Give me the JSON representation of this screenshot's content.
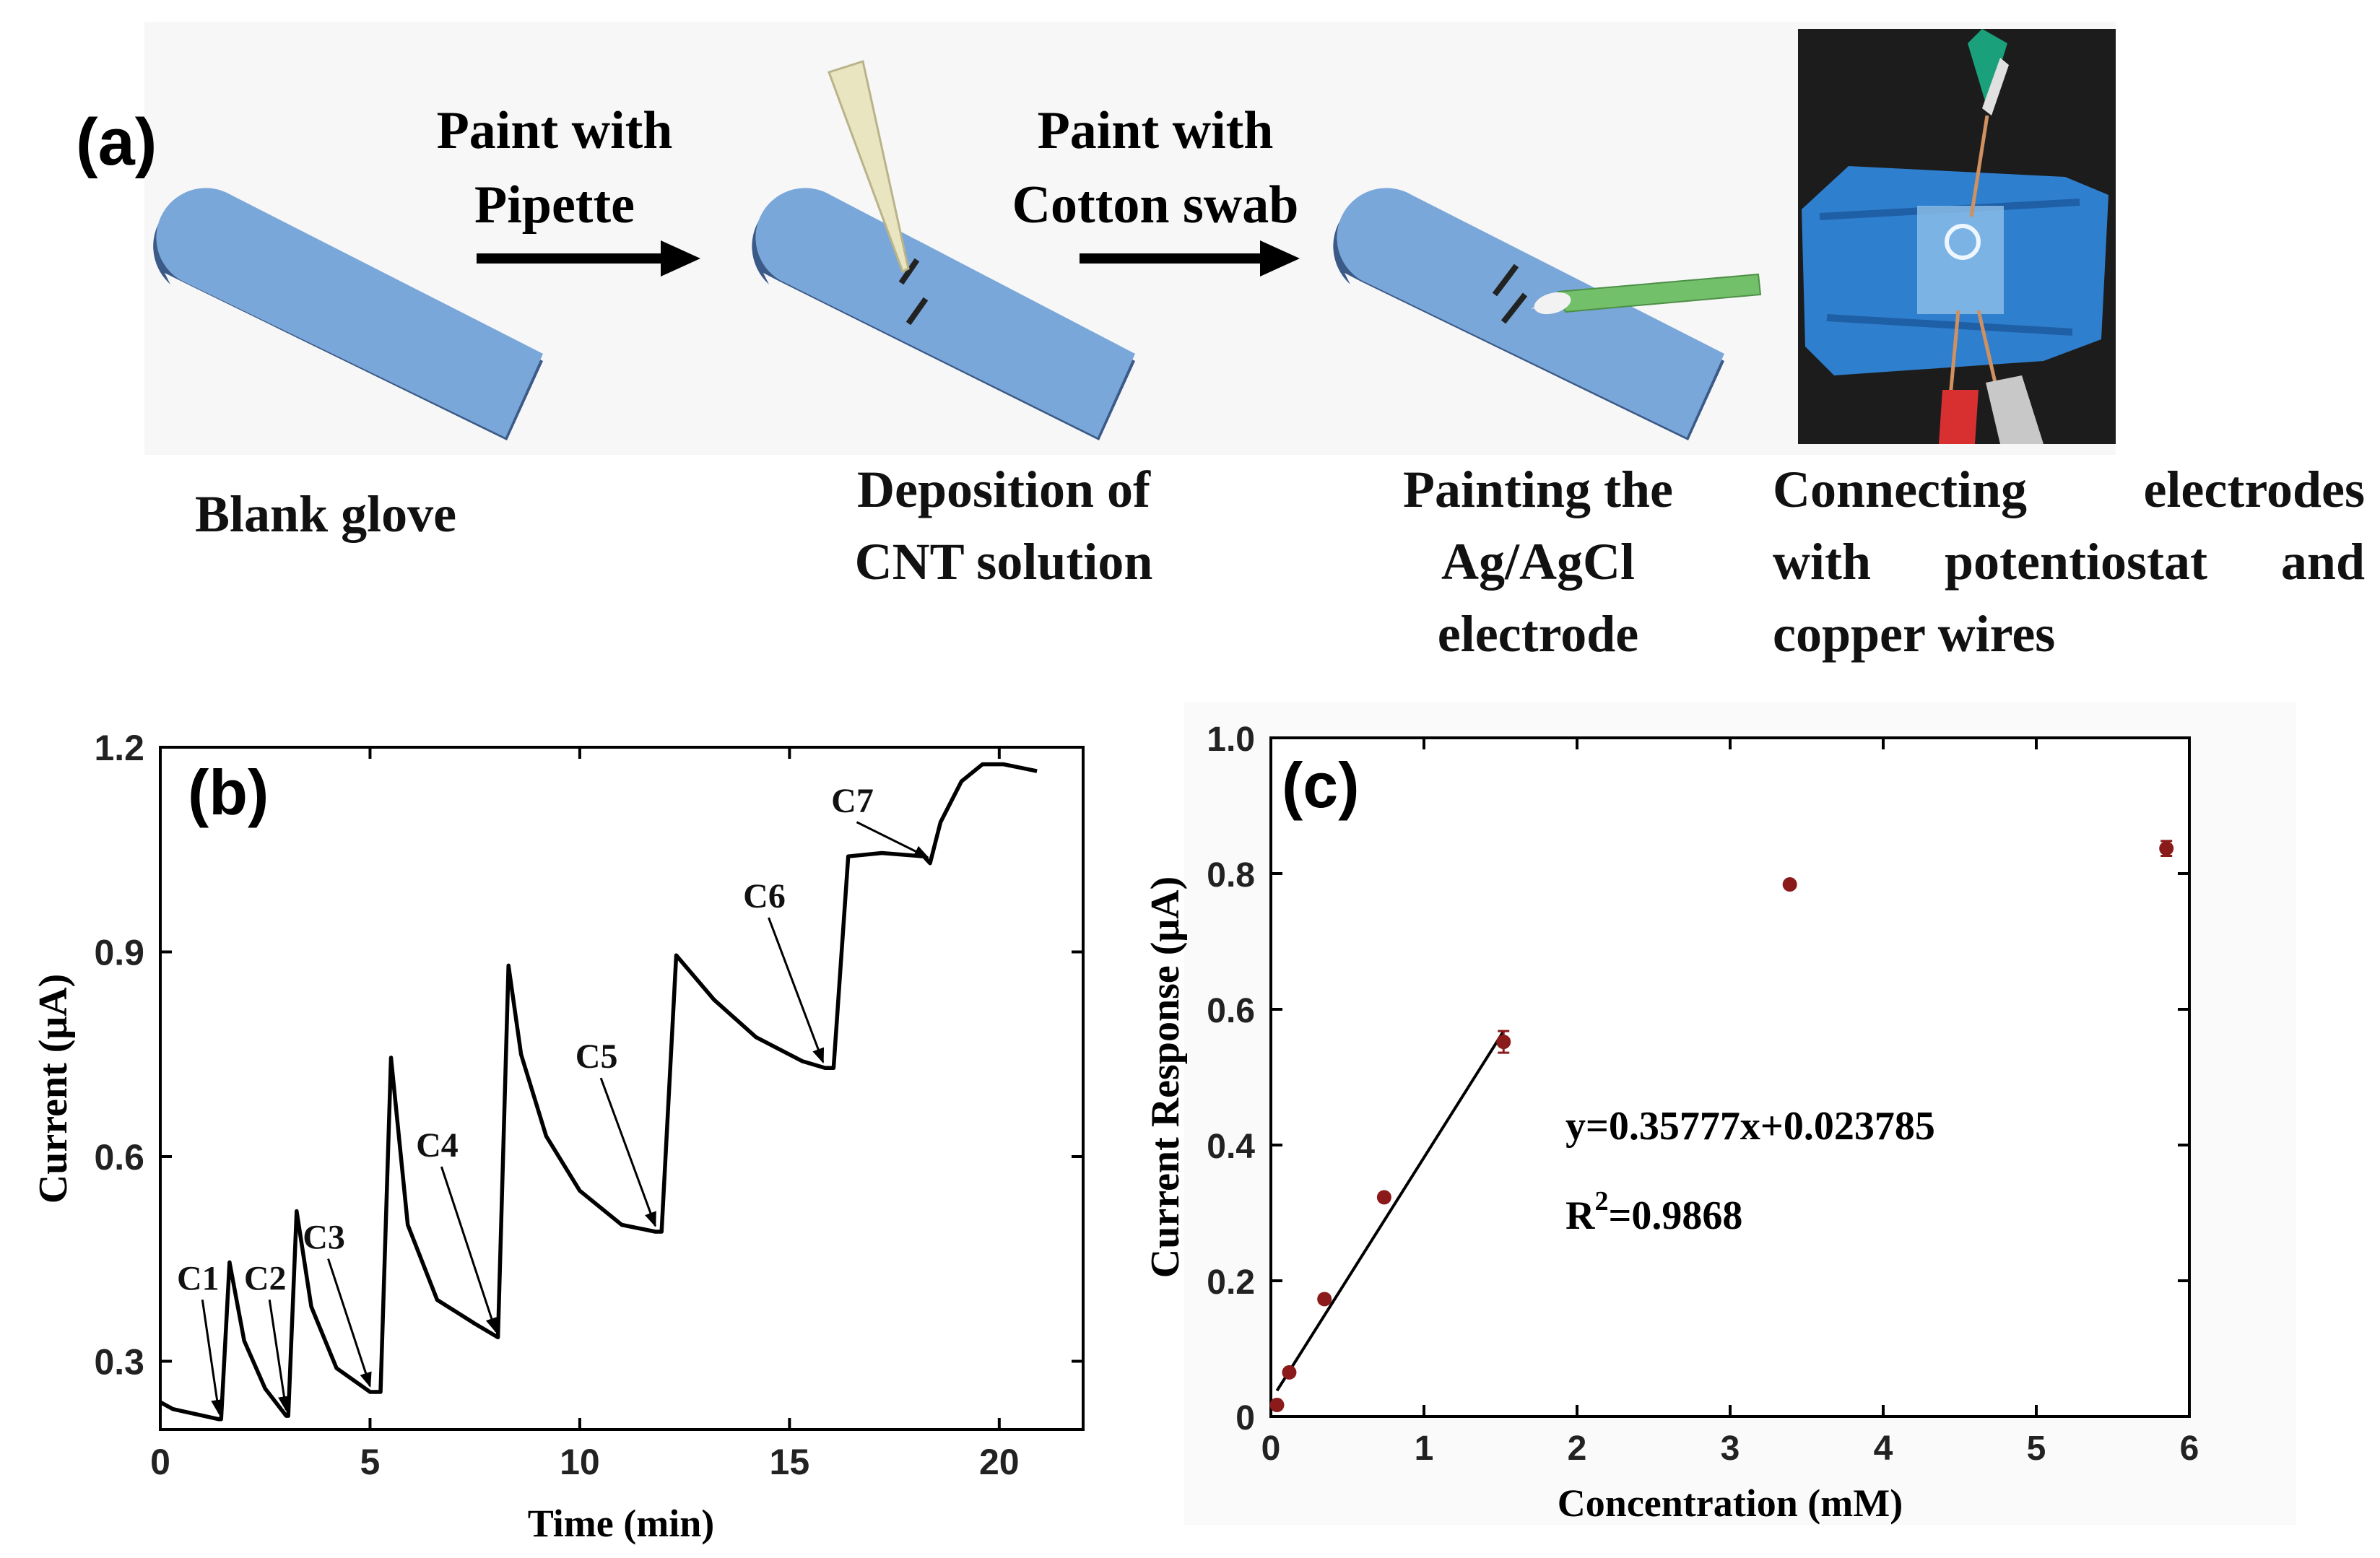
{
  "panel_a": {
    "label": "(a)",
    "arrow1_text": [
      "Paint with",
      "Pipette"
    ],
    "arrow2_text": [
      "Paint with",
      "Cotton swab"
    ],
    "captions": {
      "blank": "Blank glove",
      "deposition": [
        "Deposition of",
        "CNT solution"
      ],
      "painting": [
        "Painting the",
        "Ag/AgCl",
        "electrode"
      ],
      "connecting": [
        "Connecting electrodes",
        "with potentiostat and",
        "copper wires"
      ]
    },
    "colors": {
      "glove": "#7aa7d9",
      "glove_dark": "#40628f",
      "tip": "#e9e6c4",
      "swab": "#74c56a",
      "photo_bg": "#222222",
      "photo_glove": "#2f7fcf"
    }
  },
  "chart_data": [
    {
      "type": "line",
      "panel_label": "(b)",
      "xlabel": "Time (min)",
      "ylabel": "Current (μA)",
      "xlim": [
        0,
        22
      ],
      "ylim": [
        0.2,
        1.2
      ],
      "xticks": [
        "0",
        "5",
        "10",
        "15",
        "20"
      ],
      "yticks": [
        "0.3",
        "0.6",
        "0.9",
        "1.2"
      ],
      "series": [
        {
          "x": [
            0,
            0.3,
            1.4,
            1.45,
            1.65,
            2.0,
            2.5,
            3.0,
            3.05,
            3.25,
            3.6,
            4.2,
            5.0,
            5.25,
            5.5,
            5.9,
            6.6,
            7.5,
            8.05,
            8.3,
            8.6,
            9.2,
            10,
            11,
            11.8,
            11.95,
            12.3,
            13.2,
            14.2,
            15.3,
            15.85,
            16.05,
            16.4,
            17.2,
            18.2,
            18.35,
            18.6,
            19.1,
            19.6,
            20.1,
            20.9
          ],
          "y": [
            0.24,
            0.23,
            0.215,
            0.215,
            0.445,
            0.33,
            0.26,
            0.22,
            0.22,
            0.52,
            0.38,
            0.29,
            0.255,
            0.255,
            0.745,
            0.5,
            0.39,
            0.355,
            0.335,
            0.88,
            0.75,
            0.63,
            0.55,
            0.5,
            0.49,
            0.49,
            0.895,
            0.83,
            0.775,
            0.74,
            0.73,
            0.73,
            1.04,
            1.045,
            1.04,
            1.03,
            1.09,
            1.15,
            1.175,
            1.175,
            1.165
          ]
        }
      ],
      "annotations": [
        {
          "text": "C1",
          "x": 1.4,
          "y": 0.215,
          "label_x": 0.9,
          "label_y": 0.405
        },
        {
          "text": "C2",
          "x": 3.0,
          "y": 0.22,
          "label_x": 2.5,
          "label_y": 0.405
        },
        {
          "text": "C3",
          "x": 5.0,
          "y": 0.255,
          "label_x": 3.9,
          "label_y": 0.465
        },
        {
          "text": "C4",
          "x": 8.0,
          "y": 0.335,
          "label_x": 6.6,
          "label_y": 0.6
        },
        {
          "text": "C5",
          "x": 11.8,
          "y": 0.49,
          "label_x": 10.4,
          "label_y": 0.73
        },
        {
          "text": "C6",
          "x": 15.8,
          "y": 0.73,
          "label_x": 14.4,
          "label_y": 0.965
        },
        {
          "text": "C7",
          "x": 18.3,
          "y": 1.03,
          "label_x": 16.5,
          "label_y": 1.105
        }
      ],
      "grid": false
    },
    {
      "type": "scatter",
      "panel_label": "(c)",
      "xlabel": "Concentration (mM)",
      "ylabel": "Current Response (μA)",
      "xlim": [
        0,
        6
      ],
      "ylim": [
        0,
        1.0
      ],
      "xticks": [
        "0",
        "1",
        "2",
        "3",
        "4",
        "5",
        "6"
      ],
      "yticks": [
        "0",
        "0.2",
        "0.4",
        "0.6",
        "0.8",
        "1.0"
      ],
      "points": [
        {
          "x": 0.04,
          "y": 0.017,
          "err": 0.004
        },
        {
          "x": 0.12,
          "y": 0.065,
          "err": 0.004
        },
        {
          "x": 0.35,
          "y": 0.173,
          "err": 0.005
        },
        {
          "x": 0.74,
          "y": 0.323,
          "err": 0.005
        },
        {
          "x": 1.52,
          "y": 0.552,
          "err": 0.016
        },
        {
          "x": 3.39,
          "y": 0.784,
          "err": 0.004
        },
        {
          "x": 5.85,
          "y": 0.837,
          "err": 0.011
        }
      ],
      "fit": {
        "slope": 0.35777,
        "intercept": 0.023785,
        "x_range": [
          0.04,
          1.52
        ]
      },
      "equation": "y=0.35777x+0.023785",
      "r2_prefix": "R",
      "r2_sup": "2",
      "r2_value": "=0.9868",
      "grid": false,
      "marker_color": "#8b1a1a"
    }
  ]
}
